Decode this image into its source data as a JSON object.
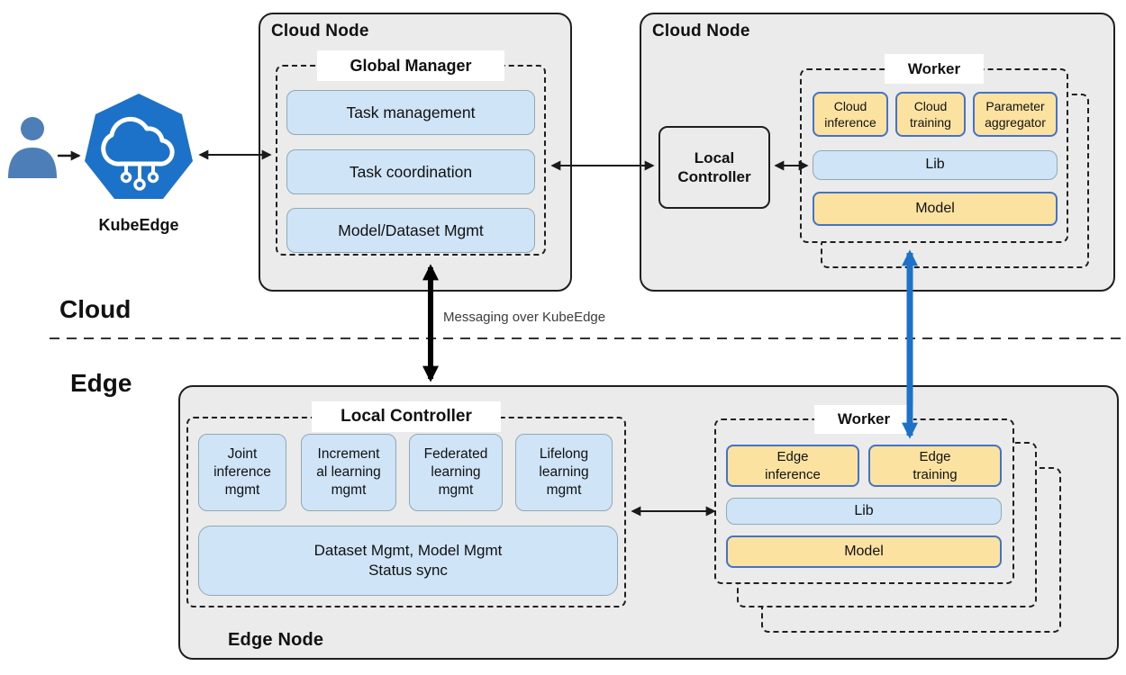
{
  "labels": {
    "cloud_zone": "Cloud",
    "edge_zone": "Edge",
    "messaging": "Messaging over KubeEdge",
    "kubeedge": "KubeEdge"
  },
  "cloud_node_left": {
    "title": "Cloud Node",
    "global_manager": {
      "title": "Global Manager",
      "modules": [
        "Task management",
        "Task coordination",
        "Model/Dataset Mgmt"
      ]
    }
  },
  "cloud_node_right": {
    "title": "Cloud Node",
    "local_controller": "Local Controller",
    "worker": {
      "title": "Worker",
      "apps": [
        "Cloud\ninference",
        "Cloud\ntraining",
        "Parameter\naggregator"
      ],
      "lib": "Lib",
      "model": "Model"
    }
  },
  "edge_node": {
    "title": "Edge Node",
    "local_controller": {
      "title": "Local Controller",
      "modules": [
        "Joint\ninference\nmgmt",
        "Increment\nal learning\nmgmt",
        "Federated\nlearning\nmgmt",
        "Lifelong\nlearning\nmgmt"
      ],
      "dataset": "Dataset Mgmt, Model Mgmt\nStatus sync"
    },
    "worker": {
      "title": "Worker",
      "apps": [
        "Edge\ninference",
        "Edge\ntraining"
      ],
      "lib": "Lib",
      "model": "Model"
    }
  },
  "colors": {
    "node_fill": "#ebebeb",
    "module_blue_fill": "#cfe4f7",
    "module_blue_border": "#8fa9b5",
    "app_yellow_fill": "#fbe2a0",
    "app_yellow_border": "#4472c4",
    "kubeedge_blue": "#1b72c8",
    "sync_arrow_blue": "#1e71c8",
    "user_icon_blue": "#4d7eb8"
  }
}
